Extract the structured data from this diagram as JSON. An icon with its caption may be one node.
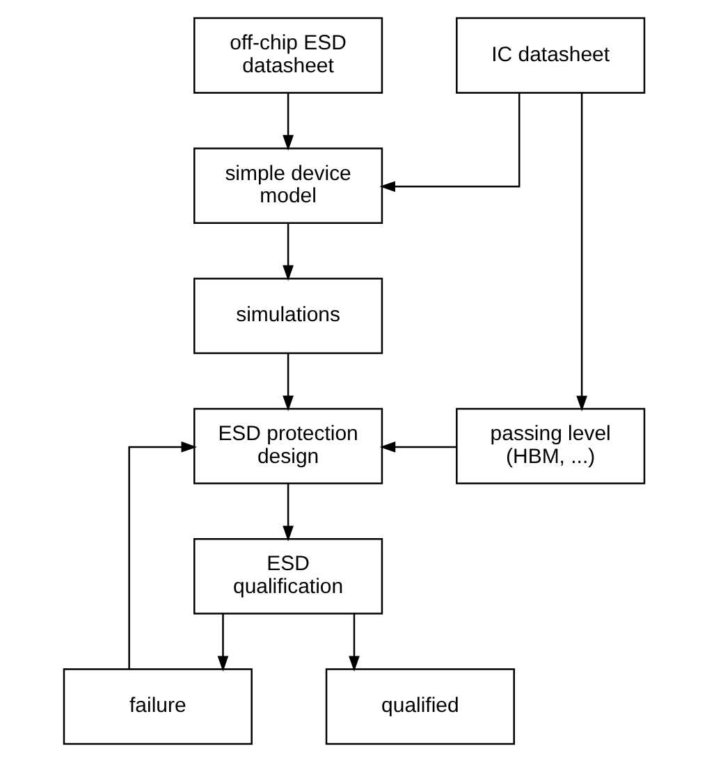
{
  "diagram": {
    "nodes": [
      {
        "text": [
          "off-chip ESD datasheet"
        ]
      },
      {
        "text": [
          "IC datasheet"
        ]
      },
      {
        "text": [
          "simple device model"
        ]
      },
      {
        "text": [
          "simulations"
        ]
      },
      {
        "text": [
          "ESD protection design"
        ]
      },
      {
        "text": [
          "passing level (HBM, ...)"
        ]
      },
      {
        "text": [
          "ESD qualification"
        ]
      },
      {
        "text": [
          "failure"
        ]
      },
      {
        "text": [
          "qualified"
        ]
      }
    ],
    "edges": [
      {
        "from": 0,
        "to": 2,
        "arrow": "to"
      },
      {
        "from": 1,
        "to": 2,
        "arrow": "to"
      },
      {
        "from": 1,
        "to": 5,
        "arrow": "to"
      },
      {
        "from": 2,
        "to": 3,
        "arrow": "to"
      },
      {
        "from": 3,
        "to": 4,
        "arrow": "to"
      },
      {
        "from": 5,
        "to": 4,
        "arrow": "to"
      },
      {
        "from": 4,
        "to": 6,
        "arrow": "to"
      },
      {
        "from": 6,
        "to": 7,
        "arrow": "to"
      },
      {
        "from": 6,
        "to": 8,
        "arrow": "to"
      },
      {
        "from": 7,
        "to": 4,
        "arrow": "to"
      }
    ]
  }
}
